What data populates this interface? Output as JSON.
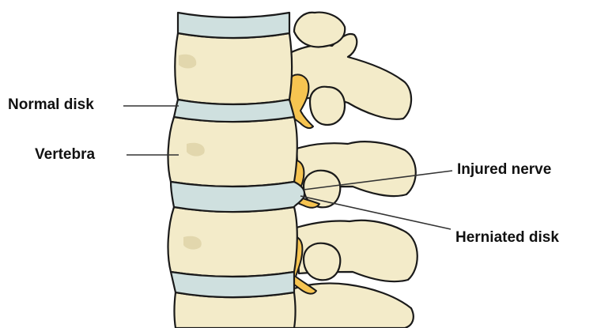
{
  "labels": {
    "normal_disk": "Normal disk",
    "vertebra": "Vertebra",
    "injured_nerve": "Injured nerve",
    "herniated_disk": "Herniated disk"
  },
  "colors": {
    "bone": "#f3ebc9",
    "bone_shadow": "#e2d7ad",
    "disk": "#cfe0df",
    "disk_shadow": "#b6cdcb",
    "nerve": "#f6c451",
    "outline": "#1a1a1a",
    "leader": "#333333"
  }
}
